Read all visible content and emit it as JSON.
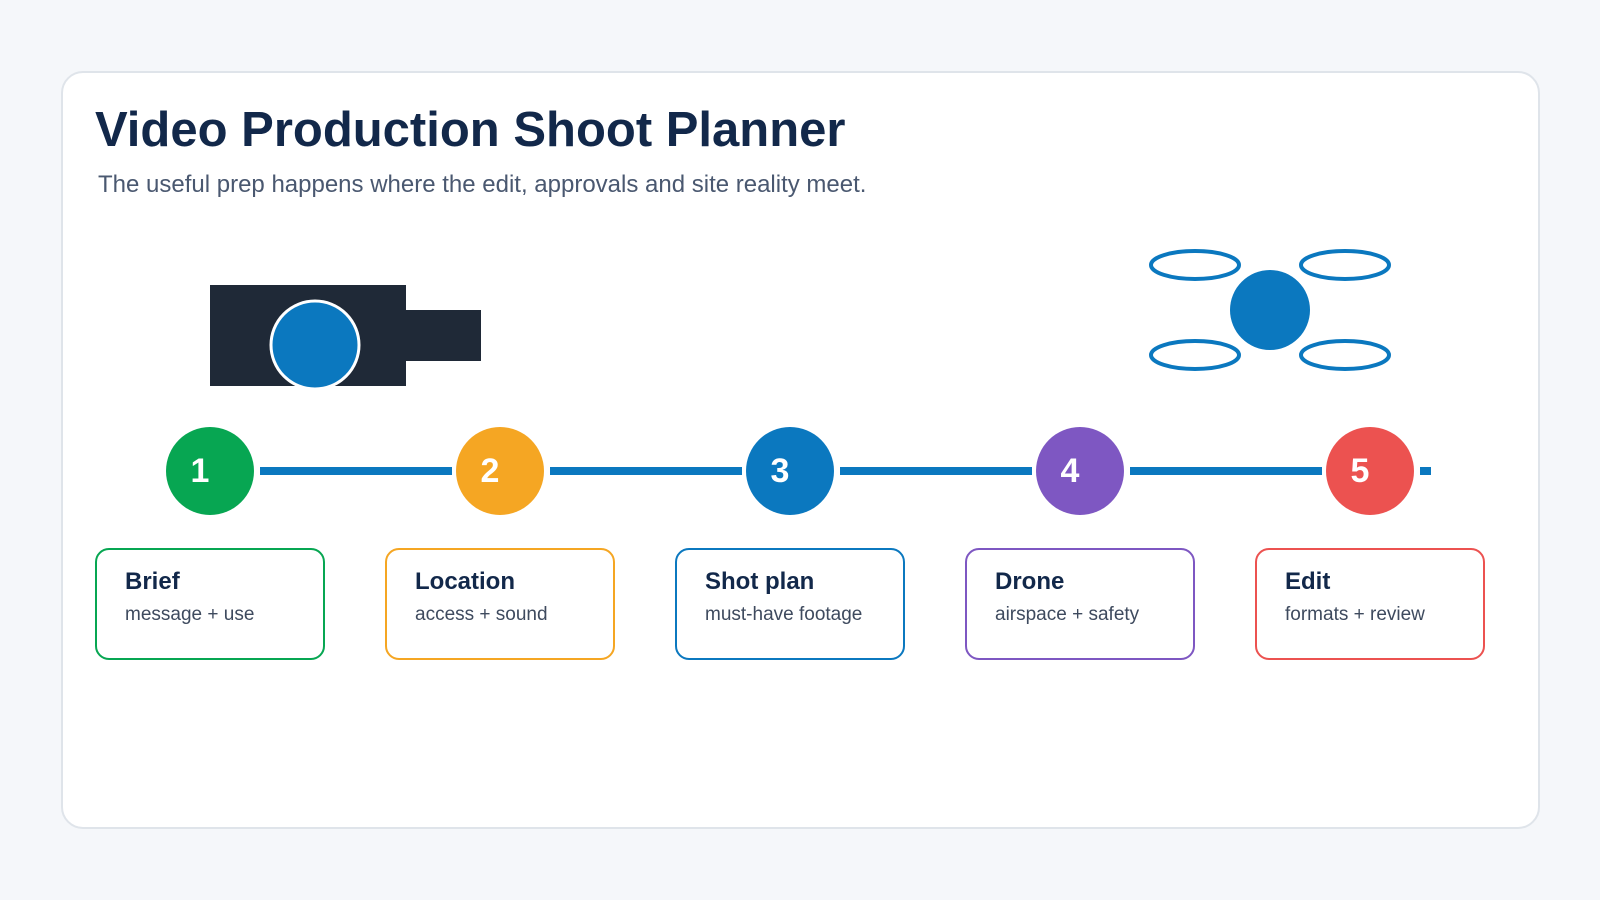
{
  "header": {
    "title": "Video Production Shoot Planner",
    "subtitle": "The useful prep happens where the edit, approvals and site reality meet."
  },
  "icons": {
    "left": "camera-icon",
    "right": "drone-icon"
  },
  "colors": {
    "connector": "#0b78bf",
    "camera_body": "#1f2937",
    "camera_lens": "#0b78bf",
    "drone": "#0b78bf",
    "title": "#12284a",
    "subtitle": "#4a5870"
  },
  "steps": [
    {
      "number": "1",
      "title": "Brief",
      "subtitle": "message + use",
      "color": "#07a652"
    },
    {
      "number": "2",
      "title": "Location",
      "subtitle": "access + sound",
      "color": "#f5a623"
    },
    {
      "number": "3",
      "title": "Shot plan",
      "subtitle": "must-have footage",
      "color": "#0b78bf"
    },
    {
      "number": "4",
      "title": "Drone",
      "subtitle": "airspace + safety",
      "color": "#7e57c2"
    },
    {
      "number": "5",
      "title": "Edit",
      "subtitle": "formats + review",
      "color": "#ec5250"
    }
  ]
}
